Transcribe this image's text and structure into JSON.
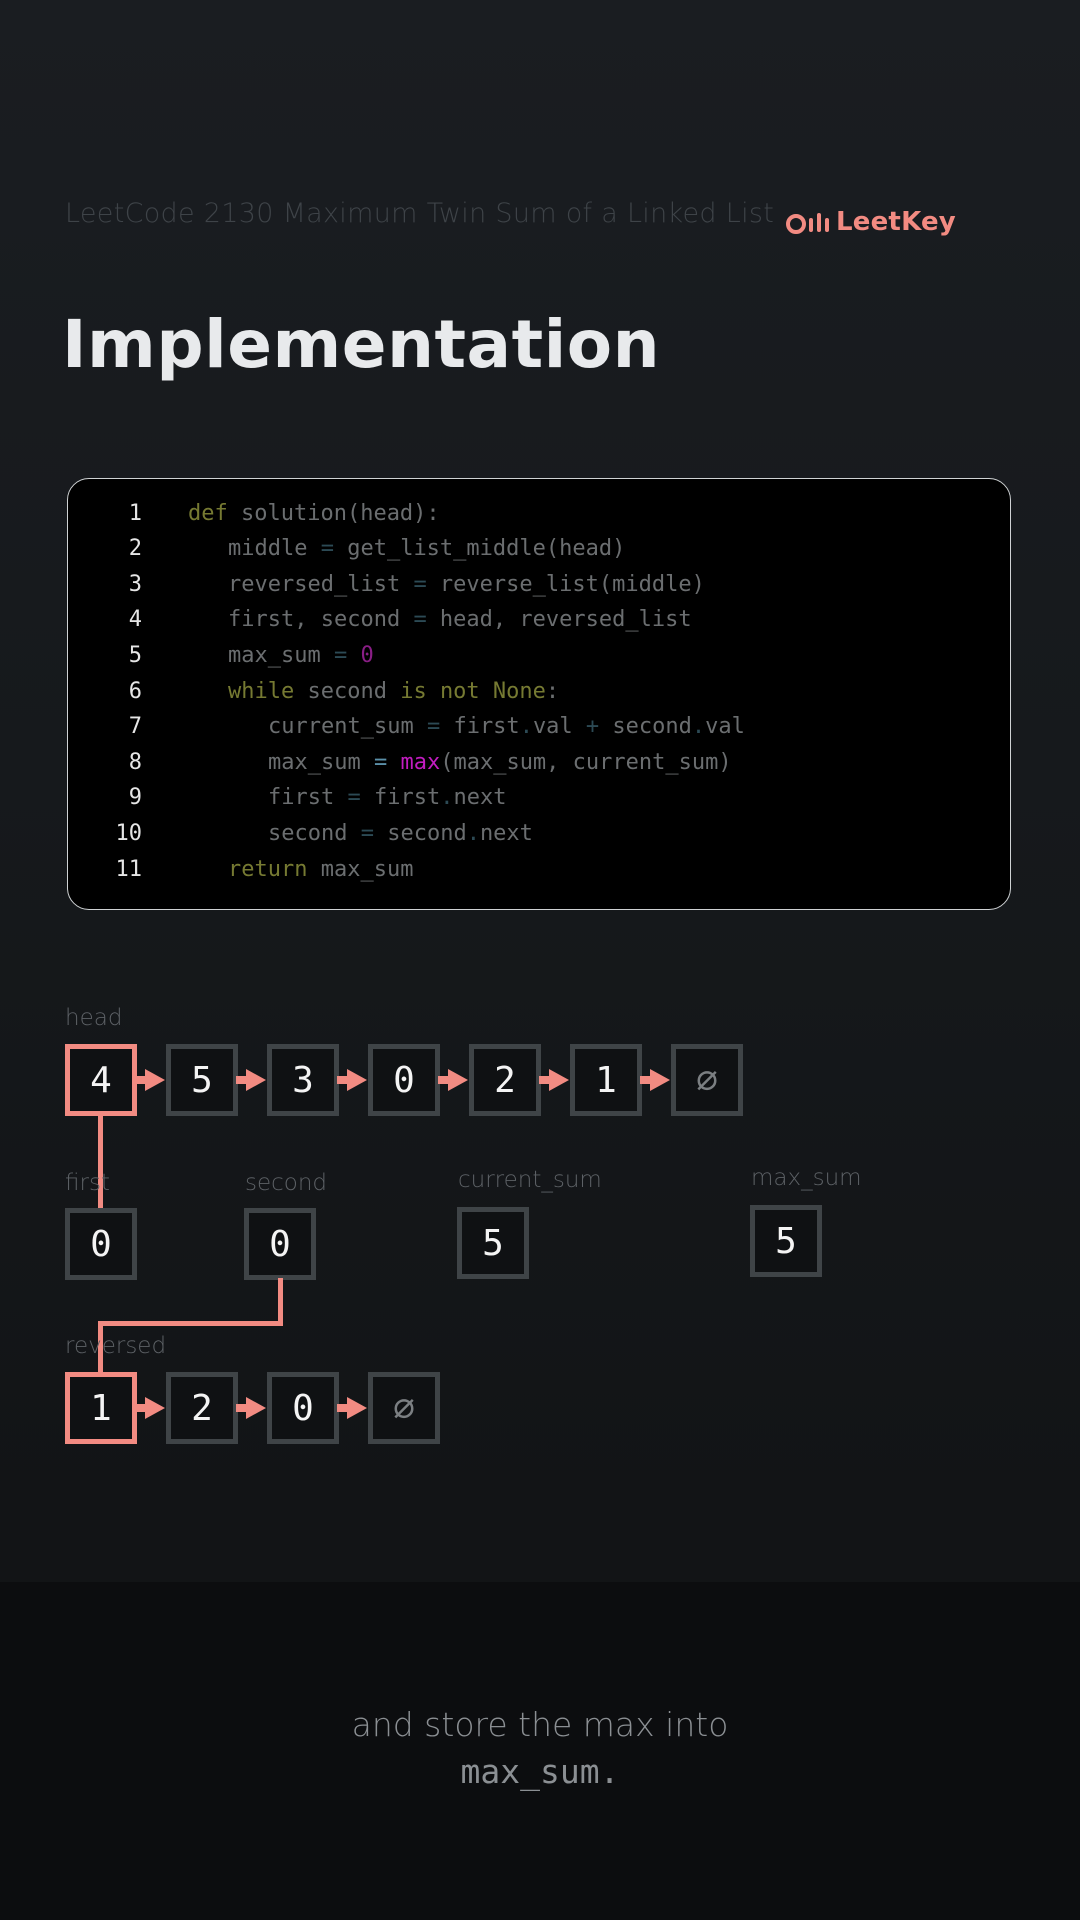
{
  "header": {
    "subtitle": "LeetCode 2130 Maximum Twin Sum of a Linked List",
    "brand": "LeetKey",
    "brand_color": "#f28b82",
    "brand_icon": "sound-bars-icon"
  },
  "page_title": "Implementation",
  "code": {
    "language": "python",
    "highlighted_line": 8,
    "lines": [
      {
        "n": "1",
        "indent": 0,
        "tokens": [
          {
            "t": "def",
            "c": "kw"
          },
          {
            "t": " solution(head):",
            "c": ""
          }
        ]
      },
      {
        "n": "2",
        "indent": 1,
        "tokens": [
          {
            "t": "middle ",
            "c": ""
          },
          {
            "t": "=",
            "c": "op"
          },
          {
            "t": " get_list_middle(head)",
            "c": ""
          }
        ]
      },
      {
        "n": "3",
        "indent": 1,
        "tokens": [
          {
            "t": "reversed_list ",
            "c": ""
          },
          {
            "t": "=",
            "c": "op"
          },
          {
            "t": " reverse_list(middle)",
            "c": ""
          }
        ]
      },
      {
        "n": "4",
        "indent": 1,
        "tokens": [
          {
            "t": "first, second ",
            "c": ""
          },
          {
            "t": "=",
            "c": "op"
          },
          {
            "t": " head, reversed_list",
            "c": ""
          }
        ]
      },
      {
        "n": "5",
        "indent": 1,
        "tokens": [
          {
            "t": "max_sum ",
            "c": ""
          },
          {
            "t": "=",
            "c": "op"
          },
          {
            "t": " ",
            "c": ""
          },
          {
            "t": "0",
            "c": "num"
          }
        ]
      },
      {
        "n": "6",
        "indent": 1,
        "tokens": [
          {
            "t": "while",
            "c": "kw"
          },
          {
            "t": " second ",
            "c": ""
          },
          {
            "t": "is not None",
            "c": "kw"
          },
          {
            "t": ":",
            "c": ""
          }
        ]
      },
      {
        "n": "7",
        "indent": 2,
        "tokens": [
          {
            "t": "current_sum ",
            "c": ""
          },
          {
            "t": "=",
            "c": "op"
          },
          {
            "t": " first",
            "c": ""
          },
          {
            "t": ".",
            "c": "op"
          },
          {
            "t": "val ",
            "c": ""
          },
          {
            "t": "+",
            "c": "op"
          },
          {
            "t": " second",
            "c": ""
          },
          {
            "t": ".",
            "c": "op"
          },
          {
            "t": "val",
            "c": ""
          }
        ]
      },
      {
        "n": "8",
        "indent": 2,
        "tokens": [
          {
            "t": "max_sum ",
            "c": ""
          },
          {
            "t": "=",
            "c": "op"
          },
          {
            "t": " ",
            "c": ""
          },
          {
            "t": "max",
            "c": "fn"
          },
          {
            "t": "(max_sum, current_sum)",
            "c": ""
          }
        ]
      },
      {
        "n": "9",
        "indent": 2,
        "tokens": [
          {
            "t": "first ",
            "c": ""
          },
          {
            "t": "=",
            "c": "op"
          },
          {
            "t": " first",
            "c": ""
          },
          {
            "t": ".",
            "c": "op"
          },
          {
            "t": "next",
            "c": ""
          }
        ]
      },
      {
        "n": "10",
        "indent": 2,
        "tokens": [
          {
            "t": "second ",
            "c": ""
          },
          {
            "t": "=",
            "c": "op"
          },
          {
            "t": " second",
            "c": ""
          },
          {
            "t": ".",
            "c": "op"
          },
          {
            "t": "next",
            "c": ""
          }
        ]
      },
      {
        "n": "11",
        "indent": 1,
        "tokens": [
          {
            "t": "return",
            "c": "kw"
          },
          {
            "t": " max_sum",
            "c": ""
          }
        ]
      }
    ]
  },
  "diagram": {
    "head": {
      "label": "head",
      "nodes": [
        "4",
        "5",
        "3",
        "0",
        "2",
        "1",
        "∅"
      ],
      "active_index": 0
    },
    "variables": [
      {
        "label": "first",
        "value": "0"
      },
      {
        "label": "second",
        "value": "0"
      },
      {
        "label": "current_sum",
        "value": "5"
      },
      {
        "label": "max_sum",
        "value": "5"
      }
    ],
    "reversed": {
      "label": "reversed",
      "nodes": [
        "1",
        "2",
        "0",
        "∅"
      ],
      "active_index": 0
    },
    "pointer_color": "#f28b82",
    "node_border_color": "#3f4447"
  },
  "caption": {
    "line1": "and store the max into",
    "line2": "max_sum."
  }
}
